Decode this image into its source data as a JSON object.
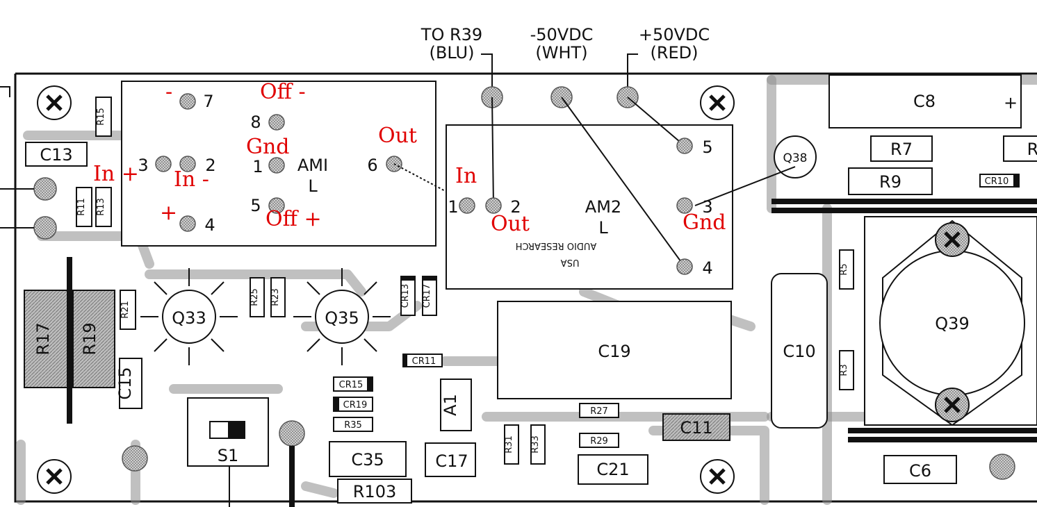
{
  "header": {
    "tor39_top": "TO R39",
    "tor39_bottom": "(BLU)",
    "neg50_top": "-50VDC",
    "neg50_bottom": "(WHT)",
    "pos50_top": "+50VDC",
    "pos50_bottom": "(RED)"
  },
  "components": {
    "c13": "C13",
    "r15": "R15",
    "r11": "R11",
    "r13": "R13",
    "r17": "R17",
    "r19": "R19",
    "r21": "R21",
    "c15": "C15",
    "s1": "S1",
    "q33": "Q33",
    "q35": "Q35",
    "r25": "R25",
    "r23": "R23",
    "cr13": "CR13",
    "cr17": "CR17",
    "cr11": "CR11",
    "cr15": "CR15",
    "cr19": "CR19",
    "r35": "R35",
    "c35": "C35",
    "r103": "R103",
    "c17": "C17",
    "a1": "A1",
    "r31": "R31",
    "r33": "R33",
    "r27": "R27",
    "r29": "R29",
    "c21": "C21",
    "c11": "C11",
    "c19": "C19",
    "c10": "C10",
    "c8": "C8",
    "c8_plus": "+",
    "q38": "Q38",
    "r7": "R7",
    "r9": "R9",
    "cr10": "CR10",
    "r5": "R5",
    "r3": "R3",
    "q39": "Q39",
    "c6": "C6",
    "r_cut": "R"
  },
  "am1": {
    "name": "AMI",
    "sub": "L",
    "pin7": "7",
    "pin8": "8",
    "pin3": "3",
    "pin2": "2",
    "pin1": "1",
    "pin6": "6",
    "pin5": "5",
    "pin4": "4"
  },
  "am2": {
    "name": "AM2",
    "sub": "L",
    "pin5": "5",
    "pin1": "1",
    "pin2": "2",
    "pin3": "3",
    "pin4": "4",
    "mirror1": "AUDIO RESEARCH",
    "mirror2": "USA"
  },
  "annotations": {
    "minus_7": "-",
    "off_minus": "Off -",
    "gnd_am1": "Gnd",
    "in_plus": "In +",
    "in_minus": "In -",
    "plus_4": "+",
    "off_plus": "Off +",
    "out_am1": "Out",
    "in_am2": "In",
    "out_am2": "Out",
    "gnd_am2": "Gnd"
  },
  "colors": {
    "annotation": "#e00000",
    "ink": "#111111",
    "trace": "#8d8d8d"
  }
}
